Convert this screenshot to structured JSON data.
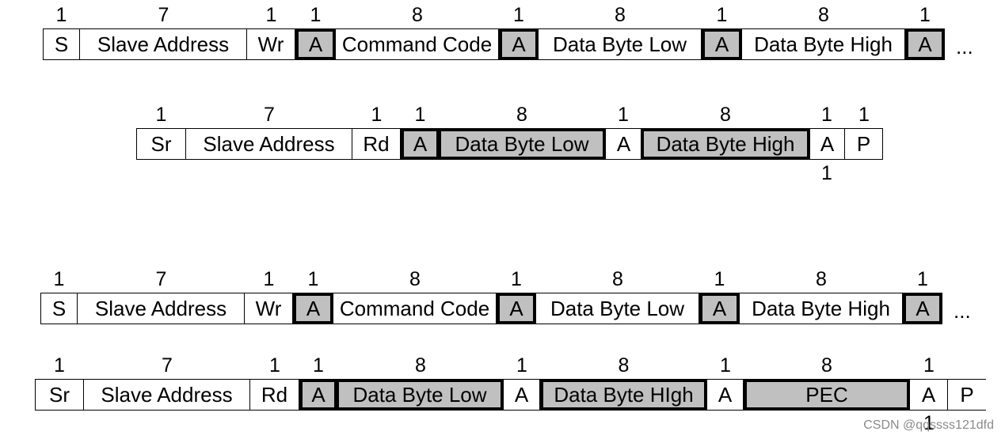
{
  "rows": [
    {
      "bits": [
        "1",
        "7",
        "1",
        "1",
        "8",
        "1",
        "8",
        "1",
        "8",
        "1"
      ],
      "cells": [
        "S",
        "Slave Address",
        "Wr",
        "A",
        "Command Code",
        "A",
        "Data Byte Low",
        "A",
        "Data Byte High",
        "A"
      ],
      "continuation": "..."
    },
    {
      "bits": [
        "1",
        "7",
        "1",
        "1",
        "8",
        "1",
        "8",
        "1",
        "1"
      ],
      "cells": [
        "Sr",
        "Slave Address",
        "Rd",
        "A",
        "Data Byte Low",
        "A",
        "Data Byte High",
        "A",
        "P"
      ],
      "under_label": "1"
    },
    {
      "bits": [
        "1",
        "7",
        "1",
        "1",
        "8",
        "1",
        "8",
        "1",
        "8",
        "1"
      ],
      "cells": [
        "S",
        "Slave Address",
        "Wr",
        "A",
        "Command Code",
        "A",
        "Data Byte Low",
        "A",
        "Data Byte High",
        "A"
      ],
      "continuation": "..."
    },
    {
      "bits": [
        "1",
        "7",
        "1",
        "1",
        "8",
        "1",
        "8",
        "1",
        "8",
        "1"
      ],
      "cells": [
        "Sr",
        "Slave Address",
        "Rd",
        "A",
        "Data Byte Low",
        "A",
        "Data Byte HIgh",
        "A",
        "PEC",
        "A",
        "P"
      ],
      "under_label": "1"
    }
  ],
  "watermark": "CSDN @qqssss121dfd"
}
